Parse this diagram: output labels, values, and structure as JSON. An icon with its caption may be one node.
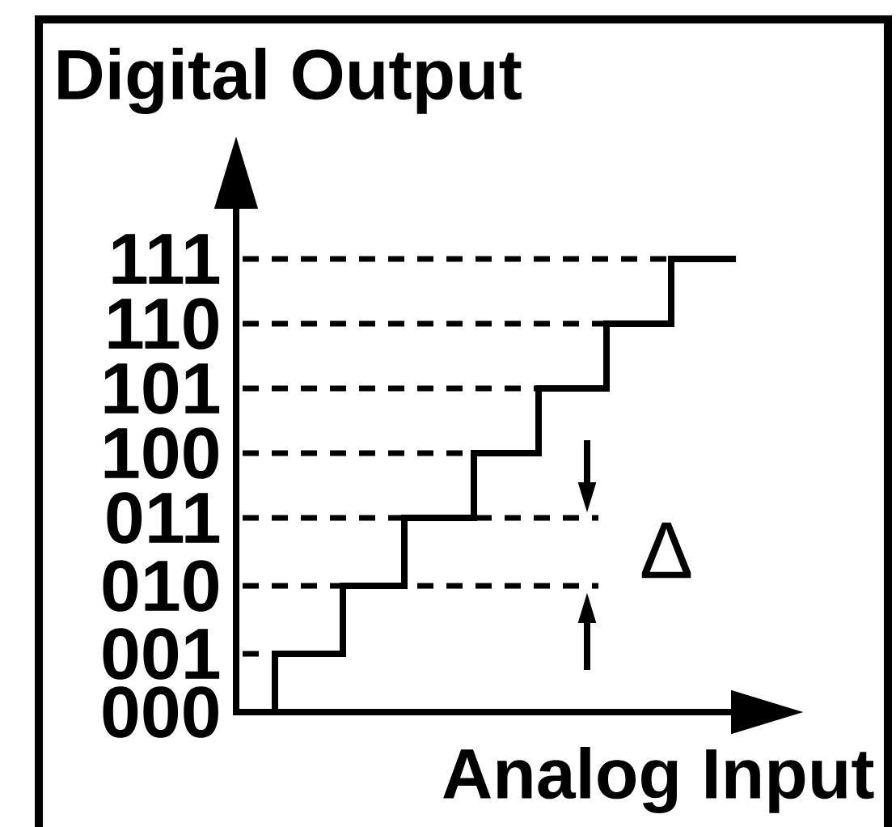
{
  "diagram": {
    "labels": [
      "Digital Output",
      "111",
      "110",
      "101",
      "100",
      "011",
      "010",
      "001",
      "000",
      "Δ",
      "Analog Input"
    ]
  }
}
